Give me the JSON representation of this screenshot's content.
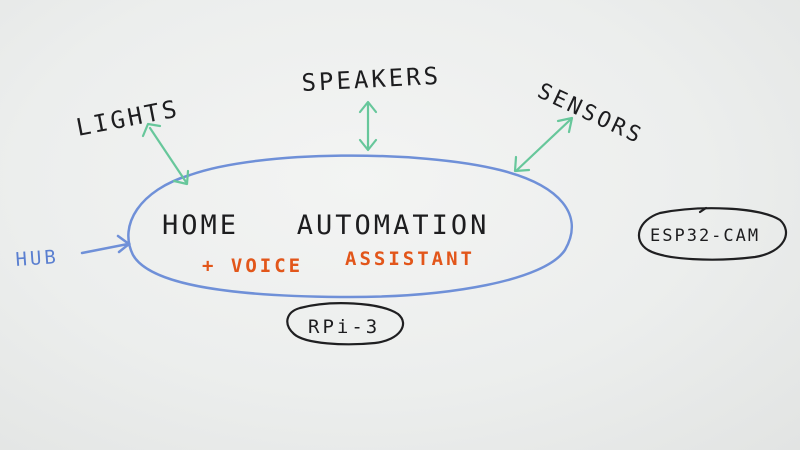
{
  "colors": {
    "ink": "#1d1d1f",
    "marker_blue": "#6f90d8",
    "marker_green": "#67c79b",
    "marker_orange": "#e2561a",
    "board": "#eceeed"
  },
  "diagram": {
    "center": {
      "title": "HOME   AUTOMATION",
      "subtitle_plus": "+ VOICE",
      "subtitle_assistant": "ASSISTANT"
    },
    "hub_label": "HUB",
    "outputs": {
      "lights": "LIGHTS",
      "speakers": "SPEAKERS",
      "sensors": "SENSORS"
    },
    "hub_device": "RPi-3",
    "camera_device": "ESP32-CAM"
  }
}
